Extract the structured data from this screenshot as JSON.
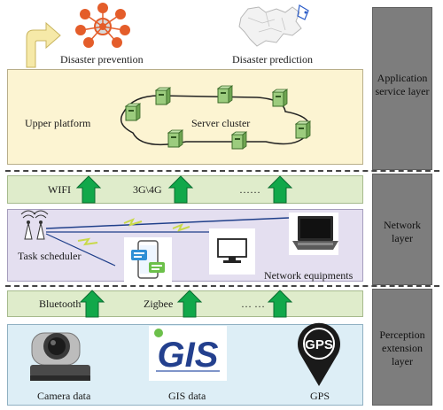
{
  "layers": {
    "application": "Application service layer",
    "network": "Network layer",
    "perception": "Perception extension layer"
  },
  "app": {
    "disaster_prevention": "Disaster prevention",
    "disaster_prediction": "Disaster prediction",
    "upper_platform": "Upper platform",
    "server_cluster": "Server cluster"
  },
  "network_band": {
    "wifi": "WIFI",
    "cellular": "3G\\4G",
    "ellipsis": "……"
  },
  "network": {
    "task_scheduler": "Task scheduler",
    "network_equipments": "Network equipments"
  },
  "perception_band": {
    "bluetooth": "Bluetooth",
    "zigbee": "Zigbee",
    "ellipsis": "… …"
  },
  "perception": {
    "camera": "Camera data",
    "gis": "GIS data",
    "gps": "GPS",
    "gis_logo": "GIS",
    "gps_logo": "GPS"
  },
  "colors": {
    "app_bg": "#fcf4d2",
    "band_bg": "#dfeccb",
    "network_bg": "#e4dff0",
    "perception_bg": "#ddeef6",
    "arrow_green": "#11a84a",
    "layer_gray": "#7d7d7d",
    "server_green": "#9ccc7e"
  }
}
